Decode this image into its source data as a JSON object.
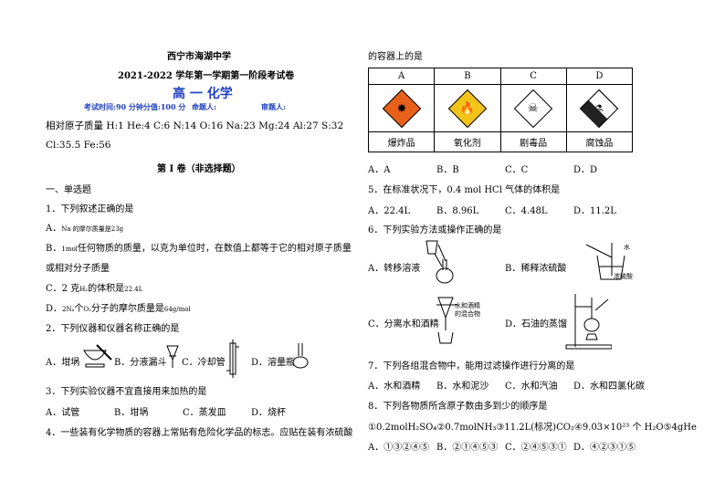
{
  "header": {
    "school": "西宁市海湖中学",
    "exam": "2021-2022 学年第一学期第一阶段考试卷",
    "subject": "高 一 化学",
    "info_time": "考试时间:90 分钟分值:100 分",
    "info_author": "命题人:",
    "info_reviewer": "审题人:",
    "atomic_mass_1": "相对原子质量 H:1   He:4   C:6   N:14   O:16   Na:23   Mg:24   Al:27   S:32",
    "atomic_mass_2": "Cl:35.5   Fe:56"
  },
  "section": {
    "title": "第 I 卷（非选择题）",
    "part": "一、单选题"
  },
  "q1": {
    "stem": "1．下列叙述正确的是",
    "a_prefix": "A．",
    "a_text": "Na 的摩尔质量是",
    "a_small": "23g",
    "b_prefix": "B．",
    "b_small": "1mol",
    "b_text": "任何物质的质量，以克为单位时，在数值上都等于它的相对原子质量",
    "b_cont": "或相对分子质量",
    "c_prefix": "C．2 克",
    "c_small": "H₂",
    "c_text": "的体积是",
    "c_small2": "22.4L",
    "d_prefix": "D．",
    "d_small1": "2Nₐ",
    "d_text": "个",
    "d_small2": "O₂",
    "d_text2": "分子的摩尔质量是",
    "d_small3": "64g/mol"
  },
  "q2": {
    "stem": "2．下列仪器和仪器名称正确的是",
    "a": "A．坩埚",
    "b": "B．分液漏斗",
    "c": "C．冷却管",
    "d": "D．溶量瓶"
  },
  "q3": {
    "stem": "3．下列实验仪器不宜直接用来加热的是",
    "a": "A．试管",
    "b": "B．坩埚",
    "c": "C．蒸发皿",
    "d": "D．烧杯"
  },
  "q4": {
    "stem": "4．一些装有化学物质的容器上常贴有危险化学品的标志。应贴在装有浓硫酸",
    "stem_cont": "的容器上的是",
    "headers": [
      "A",
      "B",
      "C",
      "D"
    ],
    "names": [
      "爆炸品",
      "氧化剂",
      "剧毒品",
      "腐蚀品"
    ],
    "sign_colors": [
      "#e8611a",
      "#f2c318",
      "#ffffff",
      "#ffffff"
    ],
    "sign_icons": [
      "explosion-icon",
      "flame-over-circle-icon",
      "skull-icon",
      "corrosion-icon"
    ],
    "options": [
      "A．A",
      "B．B",
      "C．C",
      "D．D"
    ]
  },
  "q5": {
    "stem": "5．在标准状况下，0.4 mol HCl 气体的体积是",
    "options": [
      "A．22.4L",
      "B．8.96L",
      "C．4.48L",
      "D．11.2L"
    ]
  },
  "q6": {
    "stem": "6．下列实验方法或操作正确的是",
    "a": "A．转移溶液",
    "b": "B．稀释浓硫酸",
    "c": "C．分离水和酒精",
    "d": "D．石油的蒸馏",
    "label_water": "水",
    "label_acid": "浓硫酸",
    "label_mix1": "水和酒精",
    "label_mix2": "的混合物"
  },
  "q7": {
    "stem": "7．下列各组混合物中，能用过滤操作进行分离的是",
    "options": [
      "A．水和酒精",
      "B．水和泥沙",
      "C．水和汽油",
      "D．水和四氯化碳"
    ]
  },
  "q8": {
    "stem": "8．下列各物质所含原子数由多到少的顺序是",
    "items": "①0.2molH₂SO₄②0.7molNH₃③11.2L(标况)CO₂④9.03×10²³ 个 H₂O⑤4gHe",
    "options": [
      "A．①③②④⑤",
      "B．②①④⑤③",
      "C．②④⑤③①",
      "D．④②③①⑤"
    ]
  }
}
